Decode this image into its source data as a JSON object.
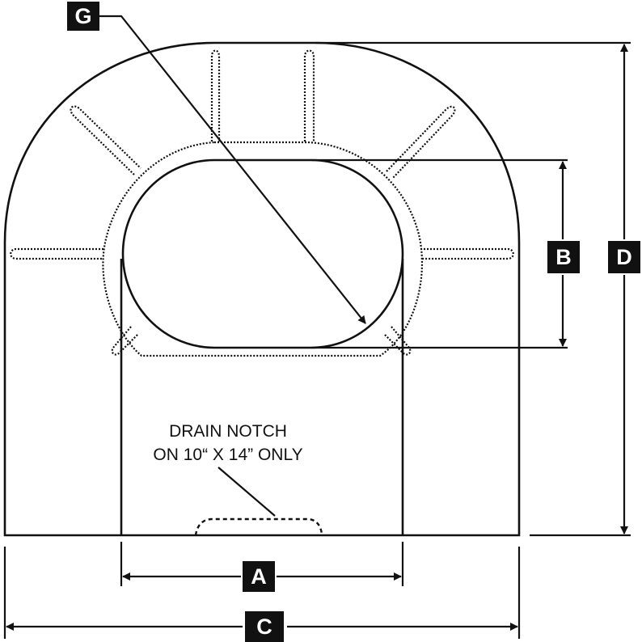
{
  "labels": {
    "a": "A",
    "b": "B",
    "c": "C",
    "d": "D",
    "g": "G"
  },
  "note": {
    "line1": "DRAIN NOTCH",
    "line2": "ON 10“ X 14” ONLY"
  }
}
